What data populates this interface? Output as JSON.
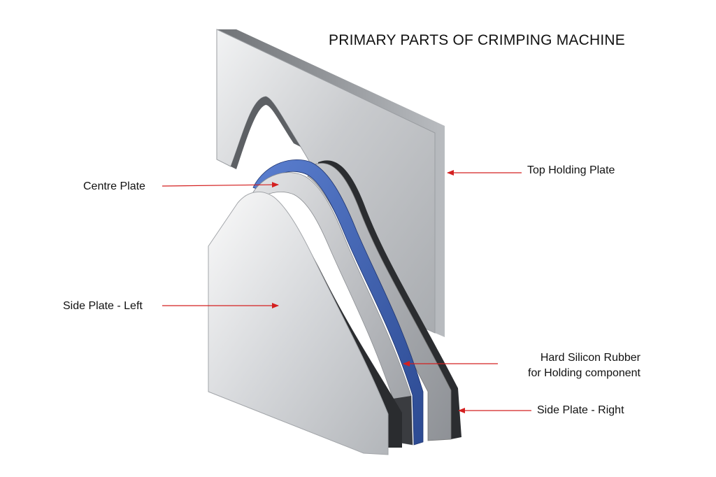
{
  "title": "PRIMARY PARTS OF CRIMPING MACHINE",
  "labels": {
    "centre_plate": "Centre Plate",
    "side_plate_left": "Side Plate - Left",
    "top_holding_plate": "Top Holding Plate",
    "rubber_line1": "Hard Silicon Rubber",
    "rubber_line2": "for Holding component",
    "side_plate_right": "Side Plate - Right"
  },
  "colors": {
    "background": "#ffffff",
    "steel_light": "#d9dadc",
    "steel_dark": "#8c8f93",
    "rubber_blue": "#3a5fae",
    "arrow_red": "#d42020"
  }
}
